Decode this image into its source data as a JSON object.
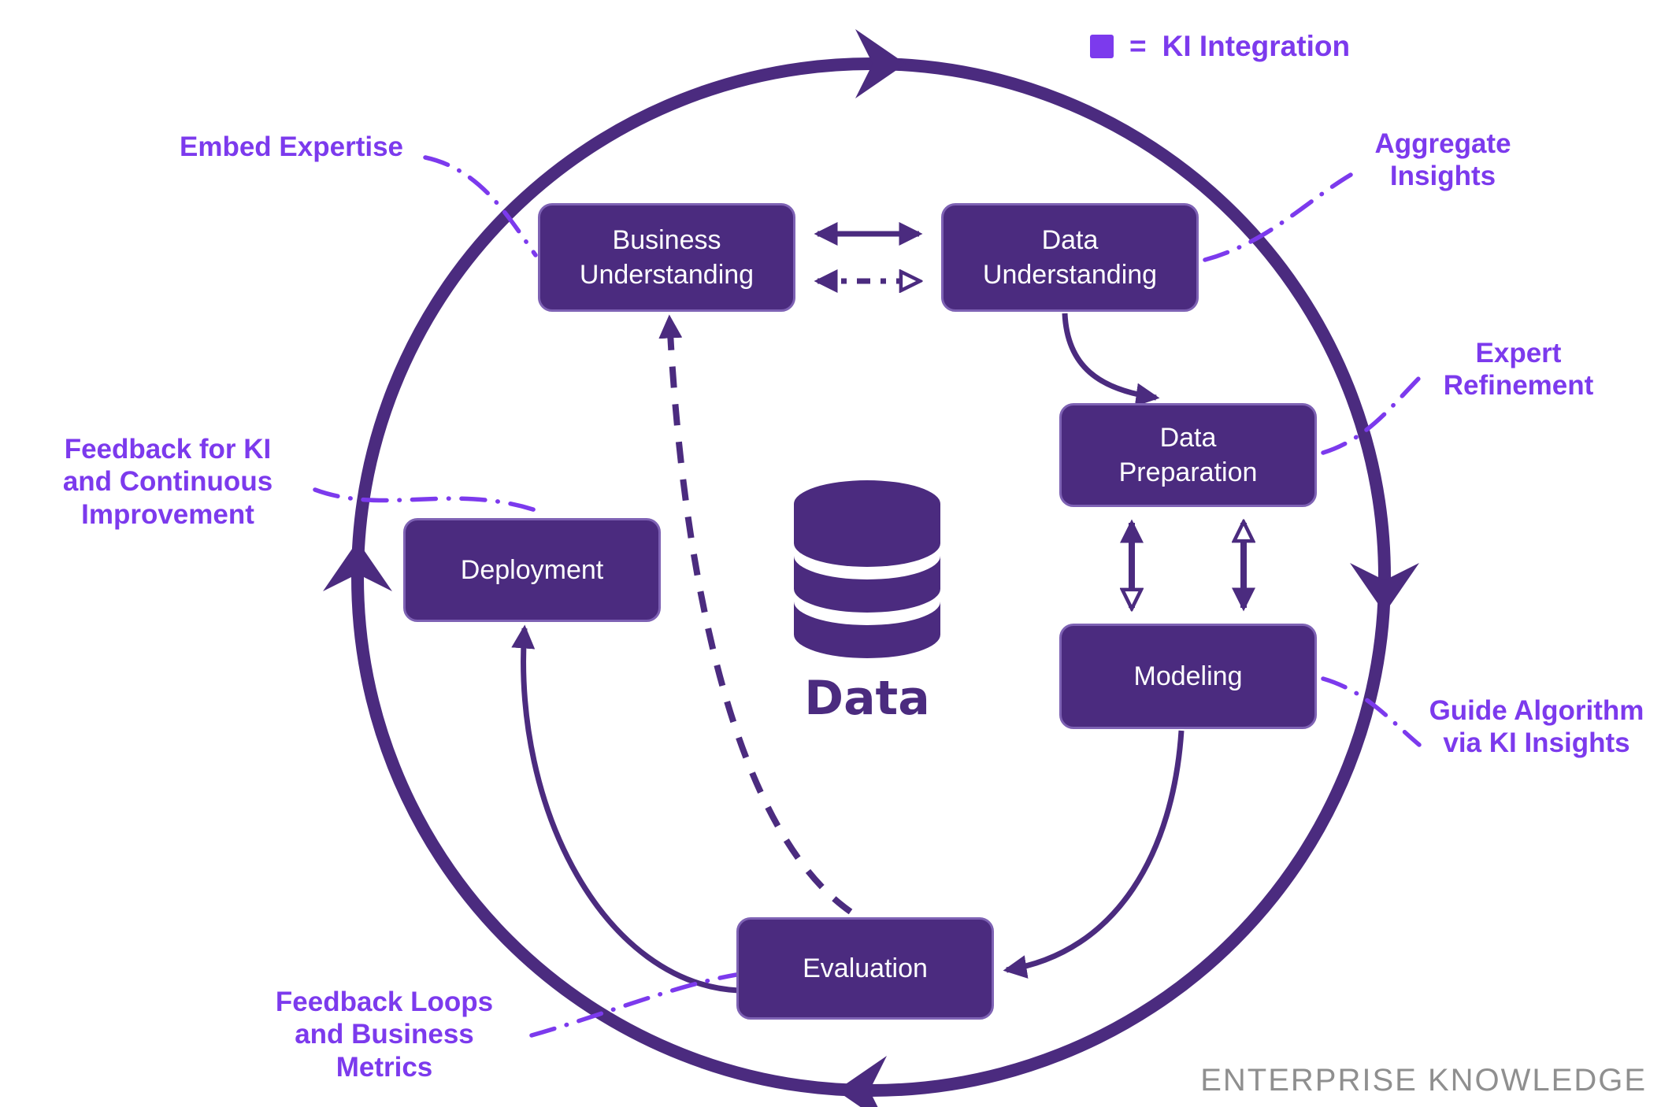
{
  "colors": {
    "primary": "#4b2b7f",
    "primary-light": "#7e62b4",
    "accent": "#7c3aed",
    "muted": "#8f8f8f"
  },
  "legend": {
    "equals": "=",
    "label": "KI Integration"
  },
  "nodes": {
    "business_understanding": {
      "label": "Business Understanding"
    },
    "data_understanding": {
      "label": "Data Understanding"
    },
    "data_preparation": {
      "label": "Data Preparation"
    },
    "modeling": {
      "label": "Modeling"
    },
    "evaluation": {
      "label": "Evaluation"
    },
    "deployment": {
      "label": "Deployment"
    }
  },
  "center": {
    "label": "Data"
  },
  "annotations": {
    "embed_expertise": {
      "label": "Embed Expertise"
    },
    "aggregate_insights": {
      "label": "Aggregate Insights"
    },
    "expert_refinement": {
      "label": "Expert Refinement"
    },
    "guide_algorithm": {
      "label": "Guide Algorithm via KI Insights"
    },
    "feedback_ki": {
      "label": "Feedback for KI and Continuous Improvement"
    },
    "feedback_loops": {
      "label": "Feedback Loops and Business Metrics"
    }
  },
  "footer": {
    "brand": "ENTERPRISE KNOWLEDGE"
  }
}
